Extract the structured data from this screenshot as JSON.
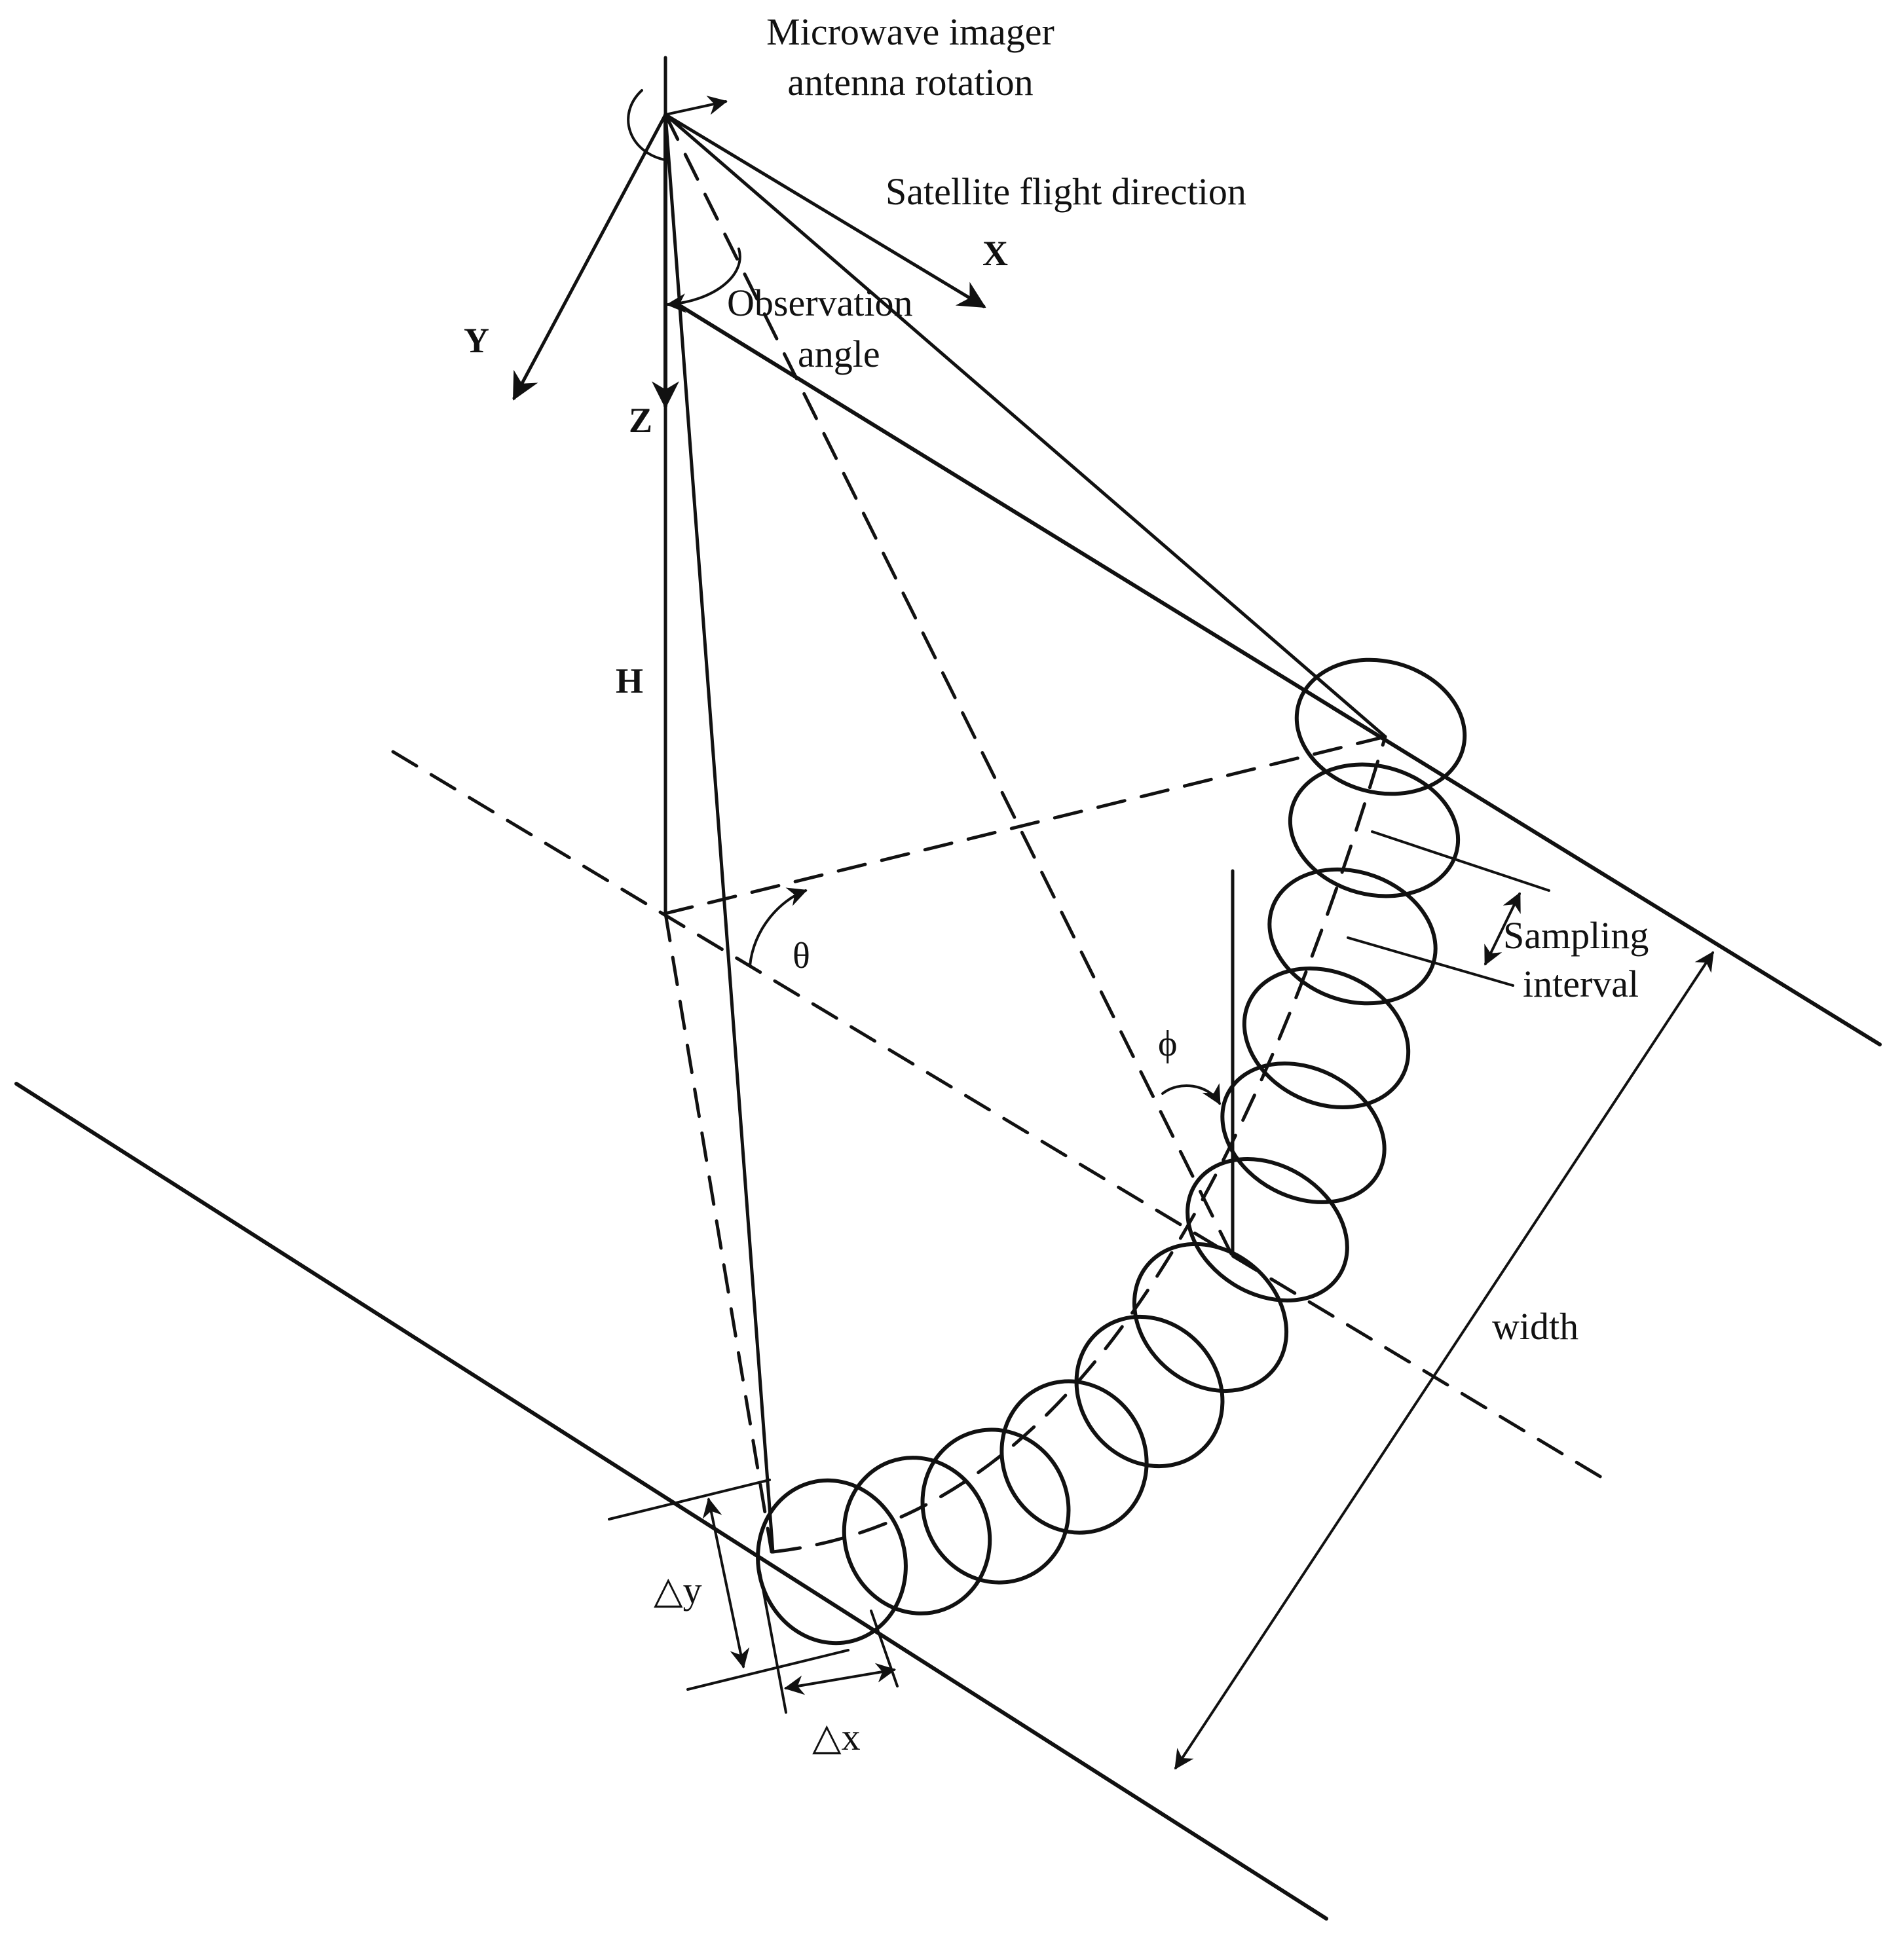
{
  "labels": {
    "antenna_rotation_line1": "Microwave imager",
    "antenna_rotation_line2": "antenna rotation",
    "flight_direction": "Satellite flight direction",
    "axis_x": "X",
    "axis_y": "Y",
    "axis_z": "Z",
    "observation_angle_line1": "Observation",
    "observation_angle_line2": "angle",
    "height": "H",
    "theta": "θ",
    "phi": "ϕ",
    "sampling_interval_line1": "Sampling",
    "sampling_interval_line2": "interval",
    "width": "width",
    "delta_y": "△y",
    "delta_x": "△x"
  },
  "colors": {
    "ink": "#111111",
    "background": "#ffffff"
  }
}
